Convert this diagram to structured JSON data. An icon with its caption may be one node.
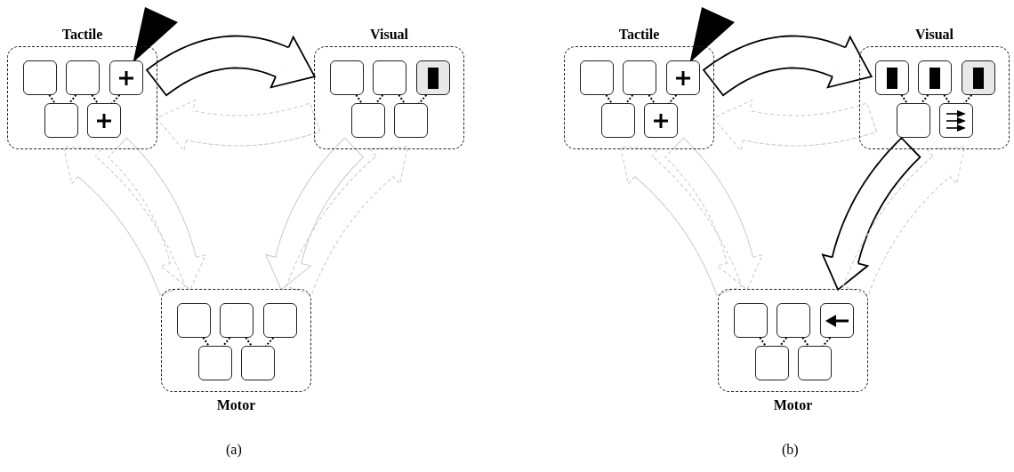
{
  "diagram": {
    "nodes": [
      {
        "text": [
          "Tactile"
        ]
      },
      {
        "text": [],
        "shape": "box",
        "in": 0
      },
      {
        "text": [],
        "shape": "box",
        "in": 0
      },
      {
        "text": [],
        "shape": "box",
        "in": 0
      },
      {
        "text": [],
        "shape": "box",
        "in": 0
      },
      {
        "text": [],
        "shape": "box",
        "in": 0
      },
      {
        "text": [
          "Visual"
        ]
      },
      {
        "text": [],
        "shape": "box",
        "in": 6
      },
      {
        "text": [],
        "shape": "box",
        "in": 6
      },
      {
        "text": [],
        "shape": "box",
        "in": 6
      },
      {
        "text": [],
        "shape": "box",
        "in": 6
      },
      {
        "text": [],
        "shape": "box",
        "in": 6
      },
      {
        "text": [
          "Motor"
        ]
      },
      {
        "text": [],
        "shape": "box",
        "in": 12
      },
      {
        "text": [],
        "shape": "box",
        "in": 12
      },
      {
        "text": [],
        "shape": "box",
        "in": 12
      },
      {
        "text": [],
        "shape": "box",
        "in": 12
      },
      {
        "text": [],
        "shape": "box",
        "in": 12
      },
      {
        "text": [
          "Tactile"
        ]
      },
      {
        "text": [],
        "shape": "box",
        "in": 18
      },
      {
        "text": [],
        "shape": "box",
        "in": 18
      },
      {
        "text": [],
        "shape": "box",
        "in": 18
      },
      {
        "text": [],
        "shape": "box",
        "in": 18
      },
      {
        "text": [],
        "shape": "box",
        "in": 18
      },
      {
        "text": [
          "Visual"
        ]
      },
      {
        "text": [],
        "shape": "box",
        "in": 24
      },
      {
        "text": [],
        "shape": "box",
        "in": 24
      },
      {
        "text": [],
        "shape": "box",
        "in": 24
      },
      {
        "text": [],
        "shape": "box",
        "in": 24
      },
      {
        "text": [],
        "shape": "box",
        "in": 24
      },
      {
        "text": [
          "Motor"
        ]
      },
      {
        "text": [],
        "shape": "box",
        "in": 30
      },
      {
        "text": [],
        "shape": "box",
        "in": 30
      },
      {
        "text": [],
        "shape": "box",
        "in": 30
      },
      {
        "text": [],
        "shape": "box",
        "in": 30
      },
      {
        "text": [],
        "shape": "box",
        "in": 30
      }
    ],
    "edges": [
      {
        "from": 0,
        "to": 6,
        "arrow": "to"
      },
      {
        "from": 6,
        "to": 0,
        "arrow": "to",
        "style": "dashed",
        "color": "#cccccc"
      },
      {
        "from": 0,
        "to": 12,
        "arrow": "to",
        "style": "dashed",
        "color": "#cccccc"
      },
      {
        "from": 12,
        "to": 0,
        "arrow": "to",
        "style": "dashed",
        "color": "#cccccc"
      },
      {
        "from": 6,
        "to": 12,
        "arrow": "to",
        "color": "#cccccc"
      },
      {
        "from": 12,
        "to": 6,
        "arrow": "to",
        "style": "dashed",
        "color": "#cccccc"
      },
      {
        "from": 1,
        "to": 4,
        "arrow": "none",
        "style": "dashed"
      },
      {
        "from": 2,
        "to": 4,
        "arrow": "none",
        "style": "dashed"
      },
      {
        "from": 2,
        "to": 5,
        "arrow": "none",
        "style": "dashed"
      },
      {
        "from": 3,
        "to": 5,
        "arrow": "none",
        "style": "dashed"
      },
      {
        "from": 7,
        "to": 10,
        "arrow": "none",
        "style": "dashed"
      },
      {
        "from": 8,
        "to": 10,
        "arrow": "none",
        "style": "dashed"
      },
      {
        "from": 8,
        "to": 11,
        "arrow": "none",
        "style": "dashed"
      },
      {
        "from": 9,
        "to": 11,
        "arrow": "none",
        "style": "dashed"
      },
      {
        "from": 13,
        "to": 16,
        "arrow": "none",
        "style": "dashed"
      },
      {
        "from": 14,
        "to": 16,
        "arrow": "none",
        "style": "dashed"
      },
      {
        "from": 14,
        "to": 17,
        "arrow": "none",
        "style": "dashed"
      },
      {
        "from": 15,
        "to": 17,
        "arrow": "none",
        "style": "dashed"
      },
      {
        "from": 18,
        "to": 24,
        "arrow": "to"
      },
      {
        "from": 24,
        "to": 18,
        "arrow": "to",
        "style": "dashed",
        "color": "#cccccc"
      },
      {
        "from": 18,
        "to": 30,
        "arrow": "to",
        "style": "dashed",
        "color": "#cccccc"
      },
      {
        "from": 30,
        "to": 18,
        "arrow": "to",
        "style": "dashed",
        "color": "#cccccc"
      },
      {
        "from": 24,
        "to": 30,
        "arrow": "to"
      },
      {
        "from": 30,
        "to": 24,
        "arrow": "to",
        "style": "dashed",
        "color": "#cccccc"
      },
      {
        "from": 19,
        "to": 22,
        "arrow": "none",
        "style": "dashed"
      },
      {
        "from": 20,
        "to": 22,
        "arrow": "none",
        "style": "dashed"
      },
      {
        "from": 20,
        "to": 23,
        "arrow": "none",
        "style": "dashed"
      },
      {
        "from": 21,
        "to": 23,
        "arrow": "none",
        "style": "dashed"
      },
      {
        "from": 25,
        "to": 28,
        "arrow": "none",
        "style": "dashed"
      },
      {
        "from": 26,
        "to": 28,
        "arrow": "none",
        "style": "dashed"
      },
      {
        "from": 26,
        "to": 29,
        "arrow": "none",
        "style": "dashed"
      },
      {
        "from": 27,
        "to": 29,
        "arrow": "none",
        "style": "dashed"
      },
      {
        "from": 31,
        "to": 34,
        "arrow": "none",
        "style": "dashed"
      },
      {
        "from": 32,
        "to": 34,
        "arrow": "none",
        "style": "dashed"
      },
      {
        "from": 32,
        "to": 35,
        "arrow": "none",
        "style": "dashed"
      },
      {
        "from": 33,
        "to": 35,
        "arrow": "none",
        "style": "dashed"
      }
    ],
    "labels": [
      "(a)",
      "(b)"
    ]
  }
}
